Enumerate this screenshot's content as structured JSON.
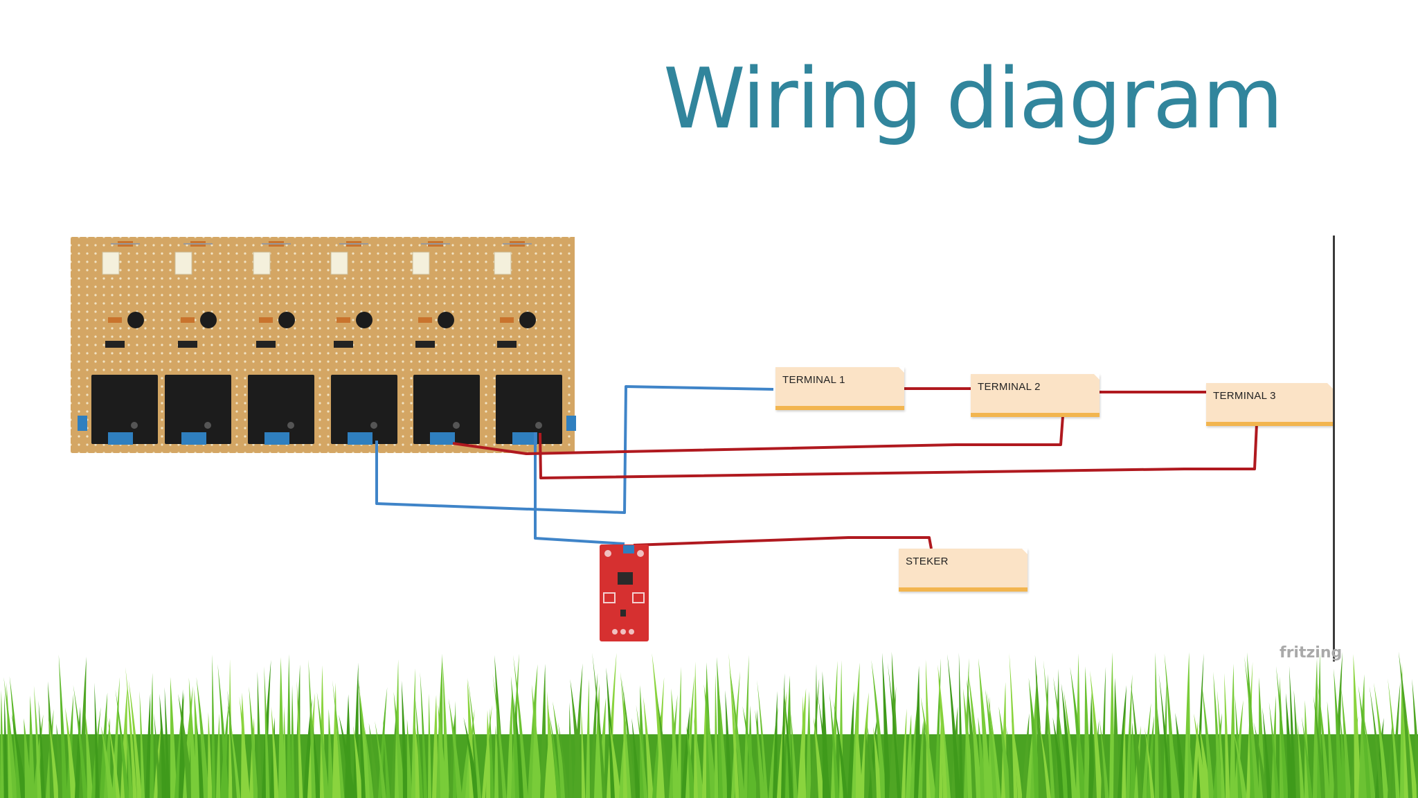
{
  "slide": {
    "title": "Wiring diagram"
  },
  "diagram": {
    "terminals": [
      {
        "label": "TERMINAL 1"
      },
      {
        "label": "TERMINAL 2"
      },
      {
        "label": "TERMINAL 3"
      }
    ],
    "plug_label": "STEKER",
    "watermark": "fritzing",
    "relay_count": 6,
    "colors": {
      "title": "#31859c",
      "stripboard": "#d4a664",
      "relay": "#1c1c1c",
      "terminal_block": "#2f7fbf",
      "wire_red": "#b0191f",
      "wire_blue": "#3f84c8",
      "sensor_board": "#d63030",
      "note_fill": "#fbe3c6",
      "note_border": "#f2b54f",
      "grass": "#5db82b"
    }
  }
}
